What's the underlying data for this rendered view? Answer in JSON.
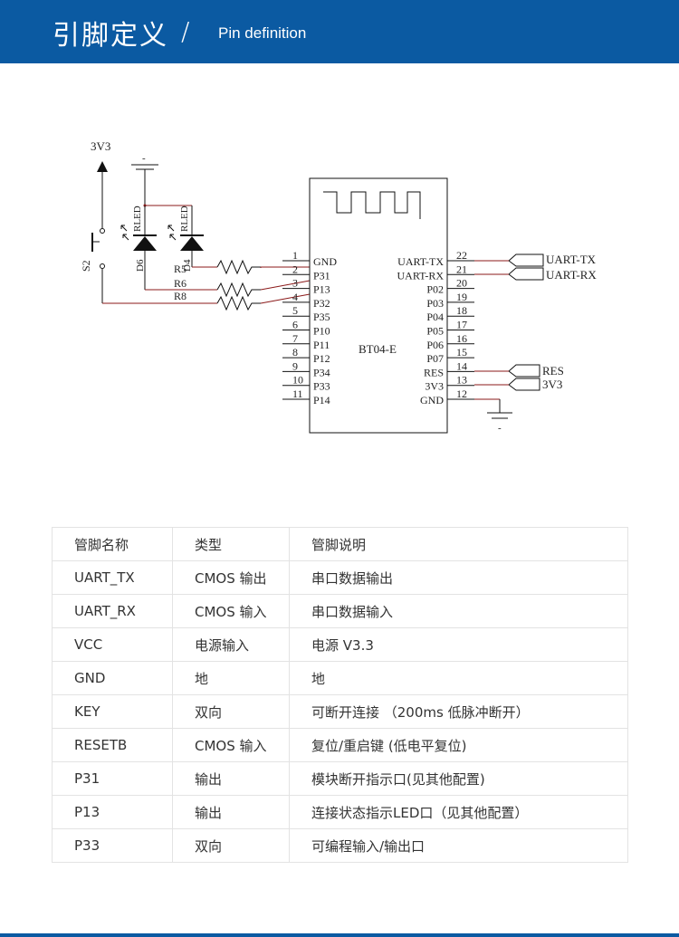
{
  "header": {
    "title": "引脚定义",
    "slash": "/",
    "subtitle": "Pin definition"
  },
  "schematic": {
    "module_name": "BT04-E",
    "power_label": "3V3",
    "switch_label": "S2",
    "leds": [
      {
        "ref": "D6",
        "type": "RLED"
      },
      {
        "ref": "D4",
        "type": "RLED"
      }
    ],
    "resistors": [
      "R5",
      "R6",
      "R8"
    ],
    "left_pins": [
      {
        "num": "1",
        "name": "GND"
      },
      {
        "num": "2",
        "name": "P31"
      },
      {
        "num": "3",
        "name": "P13"
      },
      {
        "num": "4",
        "name": "P32"
      },
      {
        "num": "5",
        "name": "P35"
      },
      {
        "num": "6",
        "name": "P10"
      },
      {
        "num": "7",
        "name": "P11"
      },
      {
        "num": "8",
        "name": "P12"
      },
      {
        "num": "9",
        "name": "P34"
      },
      {
        "num": "10",
        "name": "P33"
      },
      {
        "num": "11",
        "name": "P14"
      }
    ],
    "right_pins": [
      {
        "num": "22",
        "name": "UART-TX"
      },
      {
        "num": "21",
        "name": "UART-RX"
      },
      {
        "num": "20",
        "name": "P02"
      },
      {
        "num": "19",
        "name": "P03"
      },
      {
        "num": "18",
        "name": "P04"
      },
      {
        "num": "17",
        "name": "P05"
      },
      {
        "num": "16",
        "name": "P06"
      },
      {
        "num": "15",
        "name": "P07"
      },
      {
        "num": "14",
        "name": "RES"
      },
      {
        "num": "13",
        "name": "3V3"
      },
      {
        "num": "12",
        "name": "GND"
      }
    ],
    "connectors": [
      "UART-TX",
      "UART-RX",
      "RES",
      "3V3"
    ],
    "colors": {
      "wire": "#8b1a1a",
      "line": "#111111"
    }
  },
  "table": {
    "headers": [
      "管脚名称",
      "类型",
      "管脚说明"
    ],
    "rows": [
      [
        "UART_TX",
        "CMOS 输出",
        "串口数据输出"
      ],
      [
        "UART_RX",
        "CMOS 输入",
        "串口数据输入"
      ],
      [
        "VCC",
        "电源输入",
        "电源 V3.3"
      ],
      [
        "GND",
        "地",
        "地"
      ],
      [
        "KEY",
        "双向",
        "可断开连接 （200ms 低脉冲断开）"
      ],
      [
        "RESETB",
        "CMOS 输入",
        "复位/重启键 (低电平复位)"
      ],
      [
        "P31",
        "输出",
        "模块断开指示口(见其他配置)"
      ],
      [
        "P13",
        "输出",
        "连接状态指示LED口（见其他配置）"
      ],
      [
        "P33",
        "双向",
        "可编程输入/输出口"
      ]
    ]
  },
  "colors": {
    "brand": "#0b5aa2"
  }
}
